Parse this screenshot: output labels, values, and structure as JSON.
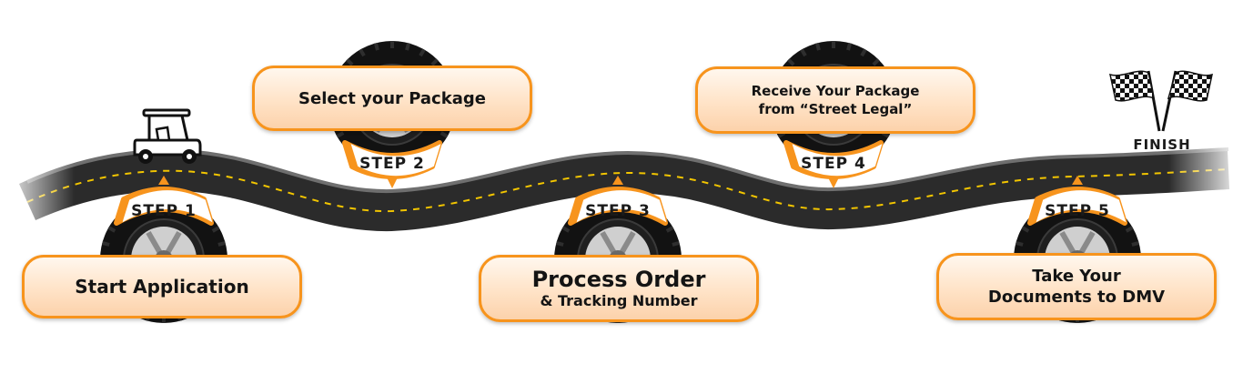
{
  "steps": [
    {
      "badge": "STEP 1",
      "lines": [
        "Start Application"
      ]
    },
    {
      "badge": "STEP 2",
      "lines": [
        "Select your Package"
      ]
    },
    {
      "badge": "STEP 3",
      "title": "Process Order",
      "subtitle": "& Tracking Number"
    },
    {
      "badge": "STEP 4",
      "lines": [
        "Receive Your Package",
        "from “Street Legal”"
      ]
    },
    {
      "badge": "STEP 5",
      "lines": [
        "Take Your",
        "Documents to DMV"
      ]
    }
  ],
  "finish": {
    "label": "FINISH"
  },
  "colors": {
    "accent": "#f7941d",
    "road": "#2b2b2b",
    "lane": "#f2c500",
    "tire": "#121212"
  },
  "icons": {
    "vehicle": "golf-cart-icon",
    "flags": "checkered-flags-icon",
    "wheel": "tire-icon"
  }
}
